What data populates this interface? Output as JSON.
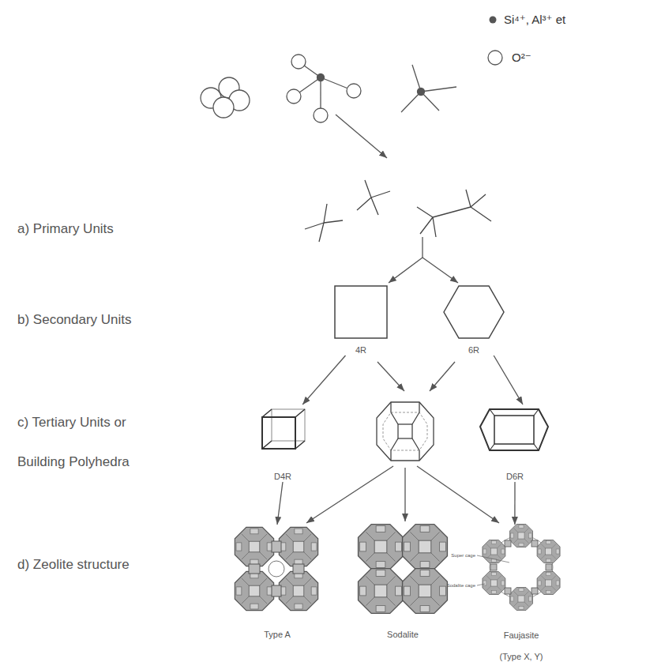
{
  "diagram": {
    "nodes": [
      {
        "text": [
          "4R"
        ]
      },
      {
        "text": [
          "6R"
        ]
      },
      {
        "text": [
          "D4R"
        ]
      },
      {
        "text": [
          "D6R"
        ]
      },
      {
        "text": [
          "Type A"
        ]
      },
      {
        "text": [
          "Sodalite"
        ]
      },
      {
        "text": [
          "Faujasite",
          "(Type X, Y)"
        ]
      }
    ],
    "edges": [
      {
        "from": 0,
        "to": 2,
        "arrow": "to"
      },
      {
        "from": 1,
        "to": 3,
        "arrow": "to"
      },
      {
        "from": 2,
        "to": 4,
        "arrow": "to"
      },
      {
        "from": 3,
        "to": 6,
        "arrow": "to"
      }
    ],
    "labels": [
      "a) Primary Units",
      "b) Secondary Units",
      "c) Tertiary Units or Building Polyhedra",
      "d) Zeolite structure",
      "Super cage",
      "Sodalite cage"
    ],
    "legend": [
      {
        "text": "Si⁴⁺, Al³⁺ et"
      },
      {
        "text": "O²⁻"
      }
    ]
  }
}
